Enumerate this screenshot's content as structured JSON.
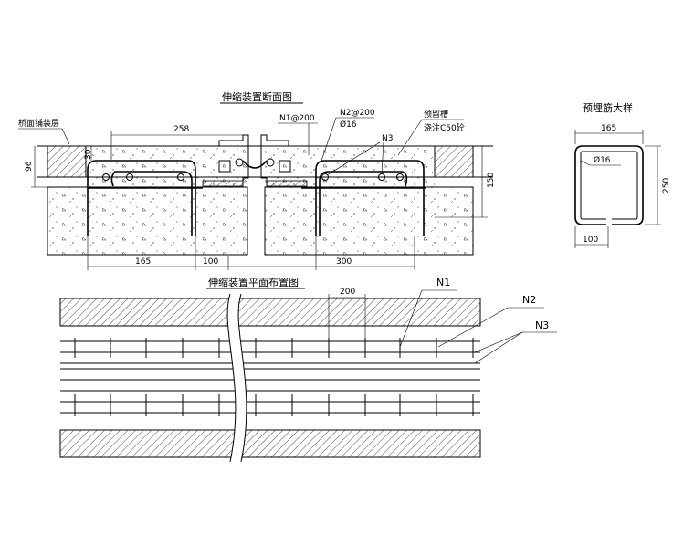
{
  "section_view": {
    "title": "伸缩装置断面图",
    "labels": {
      "deck_pavement": "桥面铺装层",
      "n1_spacing": "N1@200",
      "n2_spacing": "N2@200",
      "n2_dia": "Ø16",
      "n3": "N3",
      "reserved_slot_line1": "预留槽",
      "reserved_slot_line2": "浇注C50砼"
    },
    "dims": {
      "d258": "258",
      "d30": "30",
      "d96": "96",
      "d150": "150",
      "d165": "165",
      "d100": "100",
      "d300": "300"
    }
  },
  "rebar_detail": {
    "title": "预埋筋大样",
    "dims": {
      "d165": "165",
      "d250": "250",
      "d100": "100",
      "dia": "Ø16"
    }
  },
  "plan_view": {
    "title": "伸缩装置平面布置图",
    "dims": {
      "d200": "200"
    },
    "callouts": {
      "n1": "N1",
      "n2": "N2",
      "n3": "N3"
    }
  }
}
